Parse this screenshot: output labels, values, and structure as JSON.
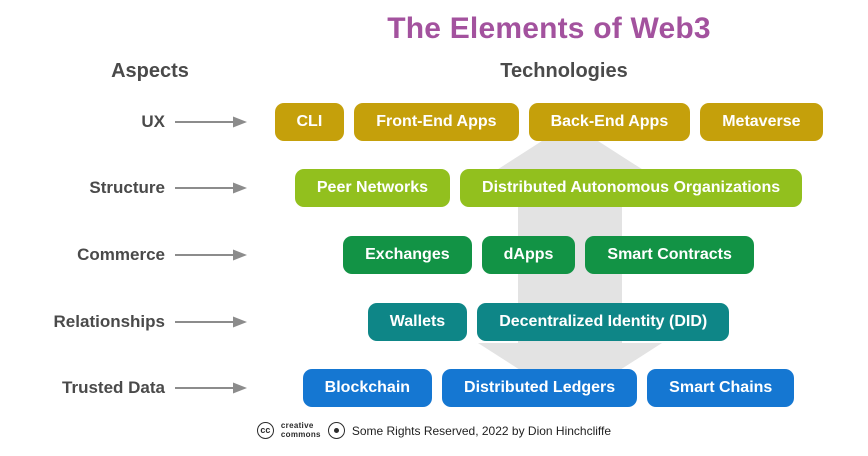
{
  "title": "The Elements of Web3",
  "headers": {
    "aspects": "Aspects",
    "technologies": "Technologies"
  },
  "rows": [
    {
      "label": "UX",
      "color": "#C5A00B",
      "pills": [
        "CLI",
        "Front-End Apps",
        "Back-End Apps",
        "Metaverse"
      ]
    },
    {
      "label": "Structure",
      "color": "#92C01E",
      "pills": [
        "Peer Networks",
        "Distributed Autonomous Organizations"
      ]
    },
    {
      "label": "Commerce",
      "color": "#129345",
      "pills": [
        "Exchanges",
        "dApps",
        "Smart Contracts"
      ]
    },
    {
      "label": "Relationships",
      "color": "#0E8687",
      "pills": [
        "Wallets",
        "Decentralized Identity (DID)"
      ]
    },
    {
      "label": "Trusted Data",
      "color": "#1577D2",
      "pills": [
        "Blockchain",
        "Distributed Ledgers",
        "Smart Chains"
      ]
    }
  ],
  "icons": {
    "row_arrow": "right-arrow-icon",
    "cc_logo": "cc-logo-icon",
    "rights_badge": "rights-badge-icon"
  },
  "footer": {
    "cc_initials": "cc",
    "cc_line1": "creative",
    "cc_line2": "commons",
    "text": "Some Rights Reserved, 2022 by Dion Hinchcliffe"
  },
  "colors": {
    "title": "#A3529E",
    "header_text": "#4A4A4A",
    "row_arrow": "#8C8C8C",
    "background_arrow": "#E3E3E3",
    "pill_text": "#FFFFFF"
  }
}
